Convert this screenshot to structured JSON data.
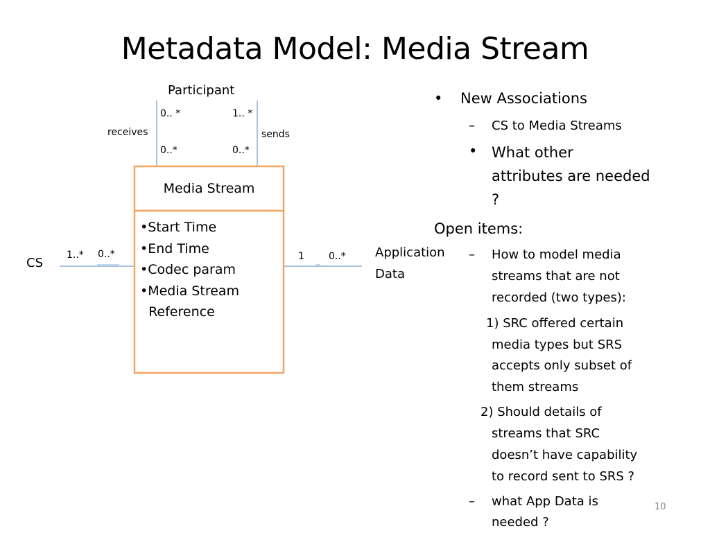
{
  "slide": {
    "title": "Metadata Model:  Media Stream",
    "number": "10"
  },
  "diagram": {
    "participant_label": "Participant",
    "receives_label": "receives",
    "sends_label": "sends",
    "mult_receives_top": "0.. *",
    "mult_sends_top": "1.. *",
    "mult_receives_bottom": "0..*",
    "mult_sends_bottom": "0..*",
    "cs_label": "CS",
    "mult_cs_left": "1..*",
    "mult_cs_right": "0..*",
    "app_data_label_line1": "Application",
    "app_data_label_line2": "Data",
    "mult_app_left": "1",
    "mult_app_right": "0..*",
    "media_stream_box": {
      "name": "Media Stream",
      "border_color": "#f4a460",
      "attributes": [
        "•Start Time",
        "•End Time",
        "•Codec  param",
        "•Media Stream",
        "  Reference"
      ]
    },
    "line_color": "#8fb0d8"
  },
  "notes": {
    "bullet_1": "New Associations",
    "sub_1_1": "CS to Media Streams",
    "sub_1_2_line1": "What other",
    "sub_1_2_line2": "attributes are needed",
    "sub_1_2_line3": "?",
    "open_items": "Open items:",
    "item_1_line1": "How to model media",
    "item_1_line2": "streams that are not",
    "item_1_line3": "recorded (two types):",
    "item_1a_line1": "1) SRC offered certain",
    "item_1a_line2": "media types but SRS",
    "item_1a_line3": "accepts only subset of",
    "item_1a_line4": "them  streams",
    "item_1b_line1": "2) Should details of",
    "item_1b_line2": "streams that SRC",
    "item_1b_line3": "doesn’t have capability",
    "item_1b_line4": "to record sent to SRS ?",
    "item_2_line1": "what App Data is",
    "item_2_line2": "needed ?",
    "bullet_symbol": "•",
    "dash_symbol": "–"
  }
}
